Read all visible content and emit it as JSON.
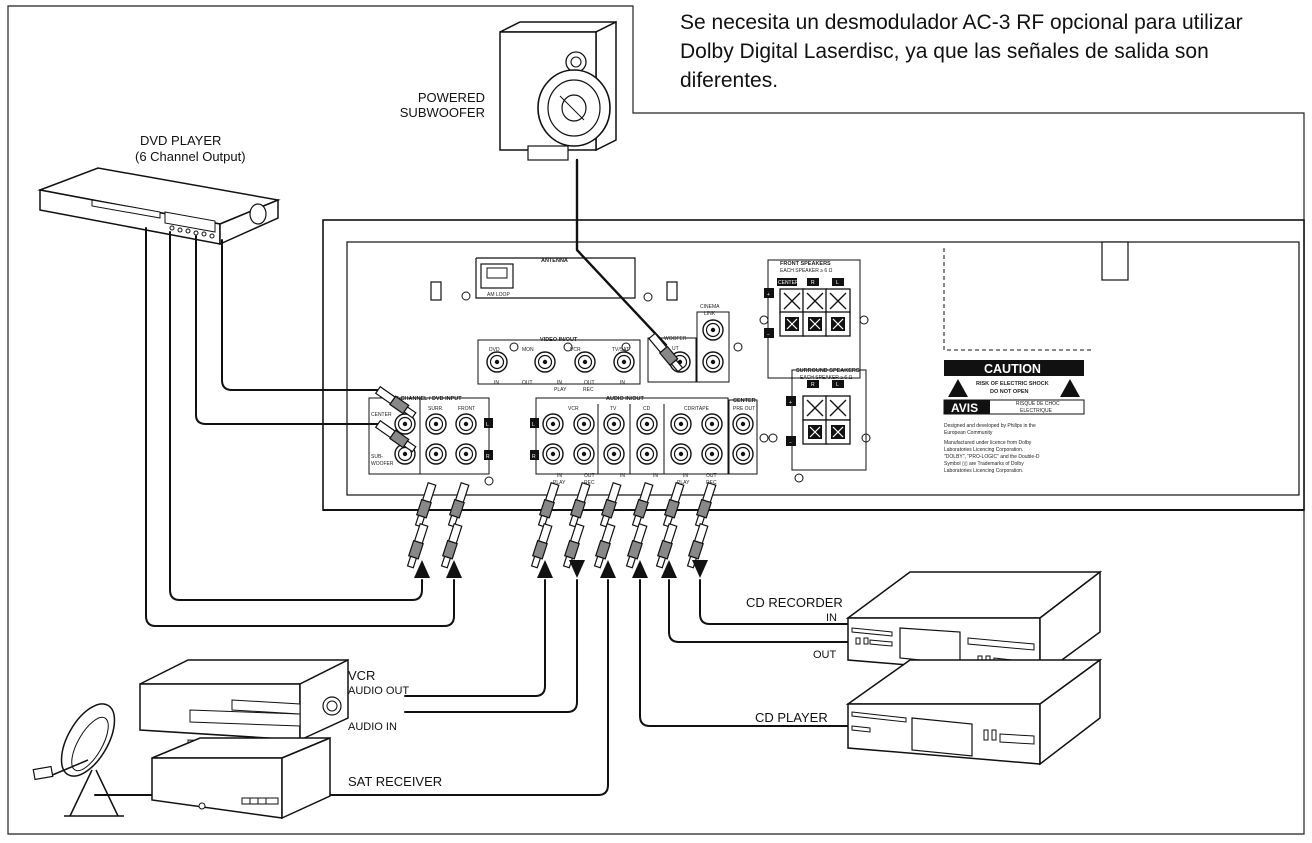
{
  "note": {
    "lines": [
      "Se necesita un desmodulador AC-3 RF opcional para utilizar",
      "Dolby Digital Laserdisc, ya que las señales de salida son",
      "diferentes."
    ]
  },
  "devices": {
    "subwoofer": [
      "POWERED",
      "SUBWOOFER"
    ],
    "dvd_player": [
      "DVD PLAYER",
      "(6 Channel Output)"
    ],
    "vcr": [
      "VCR",
      "AUDIO OUT",
      "AUDIO IN"
    ],
    "sat_receiver": "SAT RECEIVER",
    "cd_recorder": [
      "CD RECORDER",
      "IN",
      "OUT"
    ],
    "cd_player": "CD PLAYER"
  },
  "receiver": {
    "antenna": "ANTENNA",
    "am_loop": "AM LOOP",
    "video_in_out": "VIDEO IN/OUT",
    "video_jacks": [
      "DVD",
      "MON",
      "VCR",
      "TV/SAT"
    ],
    "video_bottom": [
      "IN",
      "OUT",
      "IN",
      "OUT",
      "IN"
    ],
    "video_bottom2": [
      "PLAY",
      "REC"
    ],
    "subwoofer_out": [
      "WOOFER",
      "UT"
    ],
    "cinema_link": [
      "CINEMA",
      "LINK"
    ],
    "front_speakers": [
      "FRONT SPEAKERS",
      "EACH SPEAKER ≥ 6 Ω"
    ],
    "front_channels": [
      "CENTER",
      "R",
      "L"
    ],
    "surround_speakers": [
      "SURROUND SPEAKERS",
      "EACH SPEAKER ≥ 6 Ω"
    ],
    "surround_channels": [
      "R",
      "L"
    ],
    "six_channel": "6 CHANNEL / DVD INPUT",
    "six_labels": [
      "CENTER",
      "SUB-",
      "WOOFER",
      "SURR.",
      "FRONT"
    ],
    "audio_in_out": "AUDIO IN/OUT",
    "audio_groups": [
      "VCR",
      "TV",
      "CD",
      "CDR/TAPE"
    ],
    "audio_bottom": [
      "IN",
      "OUT",
      "IN",
      "IN",
      "IN",
      "OUT"
    ],
    "audio_bottom2": [
      "PLAY",
      "REC",
      "PLAY",
      "REC"
    ],
    "center_pre_out": [
      "CENTER",
      "PRE OUT"
    ],
    "side_marks": [
      "L",
      "R"
    ],
    "polarity": [
      "+",
      "−"
    ]
  },
  "caution": {
    "title": "CAUTION",
    "risk": [
      "RISK OF ELECTRIC SHOCK",
      "DO NOT OPEN"
    ],
    "avis": "AVIS",
    "avis_text": [
      "RISQUE DE CHOC",
      "ELECTRIQUE"
    ],
    "credits": [
      "Designed and developed by Philips in the",
      "European Community",
      "Manufactured under licence from Dolby",
      "Laboratories Licencing Corporation.",
      "\"DOLBY\", \"PRO-LOGIC\" and the Double-D",
      "Symbol ▯▯ are Trademarks of Dolby",
      "Laboratories Licencing Corporation."
    ]
  }
}
